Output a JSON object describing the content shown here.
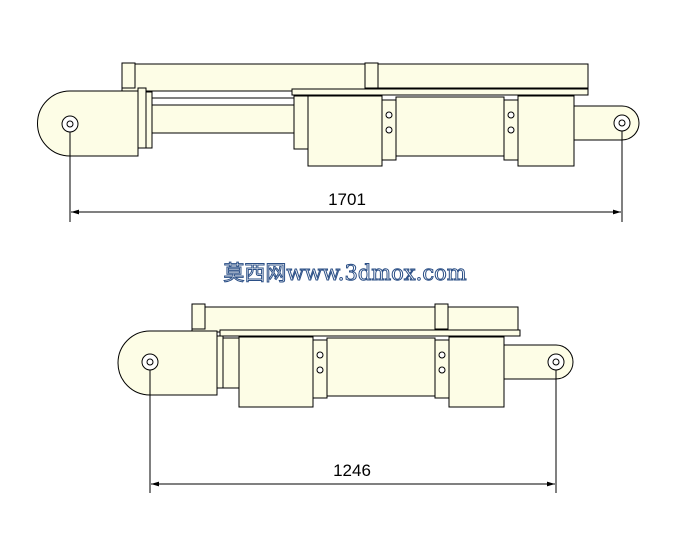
{
  "drawing": {
    "extended": {
      "dimension": "1701"
    },
    "retracted": {
      "dimension": "1246"
    },
    "watermark": "莫西网www.3dmox.com"
  },
  "colors": {
    "part_fill": "#fdfde6",
    "line": "#000000",
    "watermark_outline": "#2b4f86"
  }
}
